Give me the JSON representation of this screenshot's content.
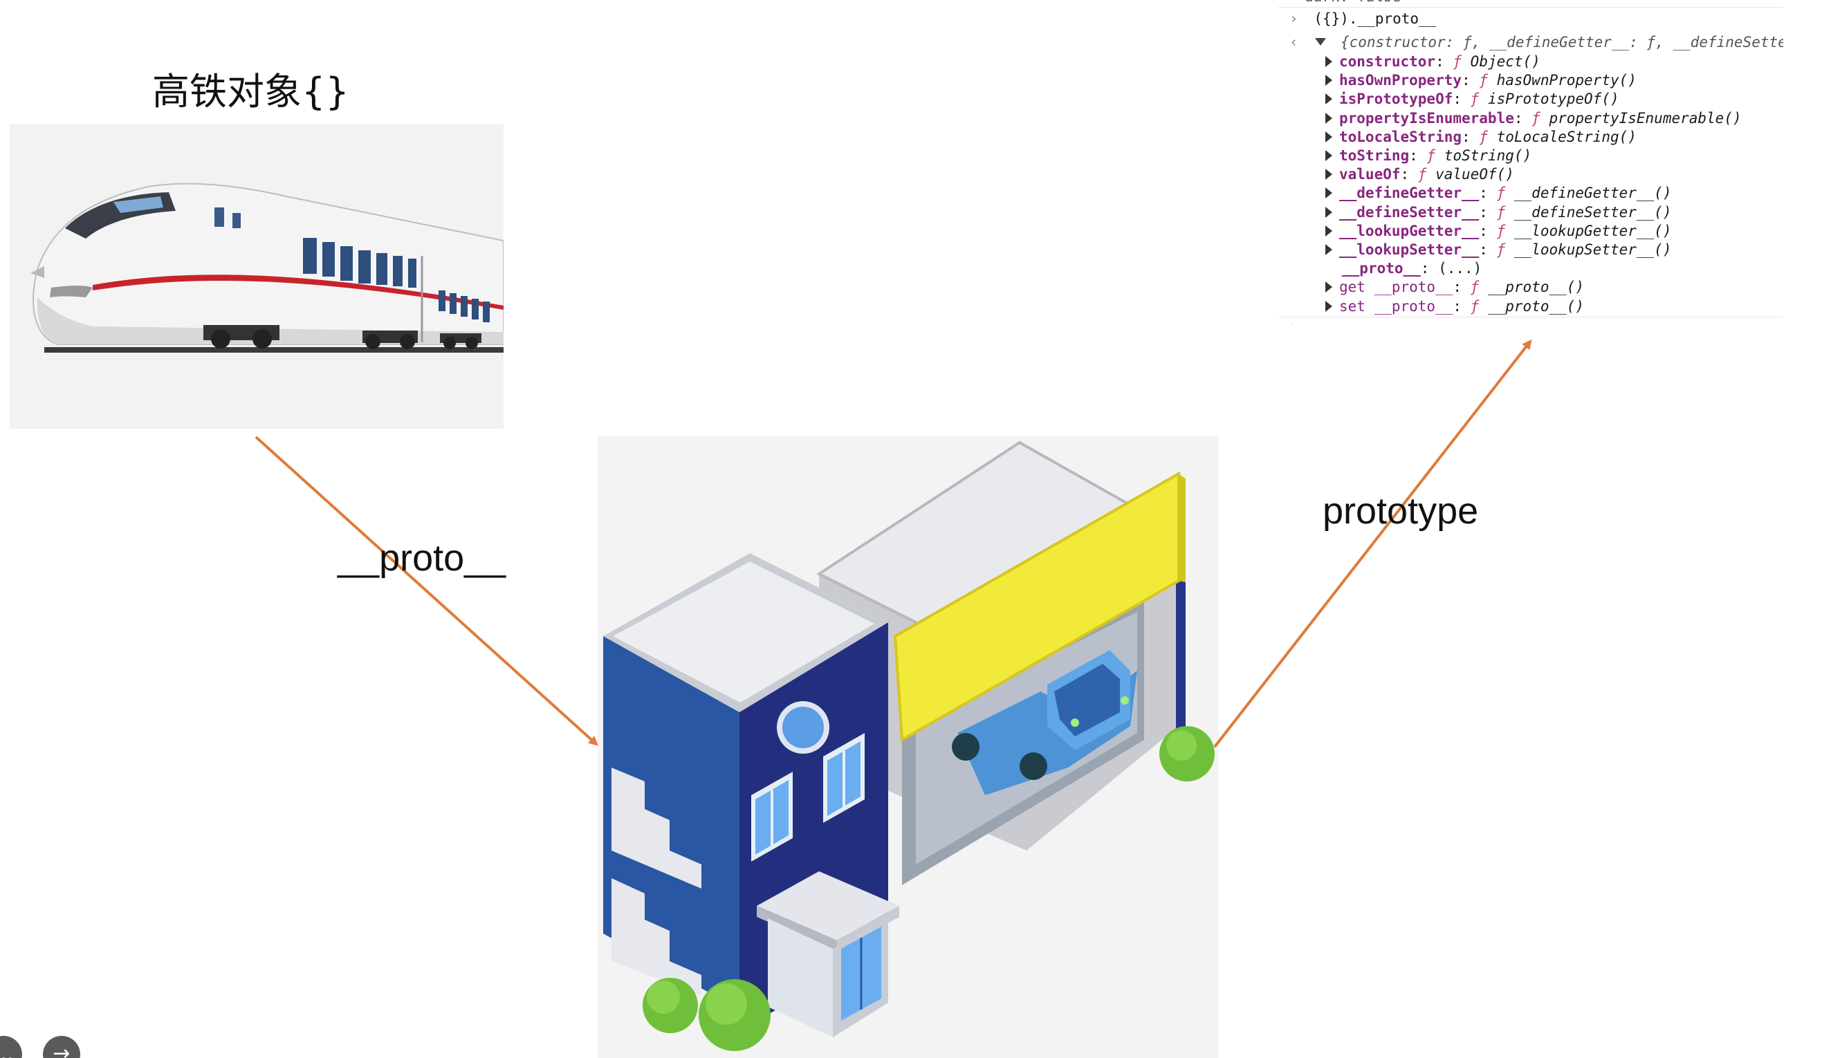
{
  "train_title": "高铁对象{}",
  "labels": {
    "proto": "__proto__",
    "prototype": "prototype"
  },
  "colors": {
    "arrow": "#e07b39",
    "building_blue": "#1f3a86",
    "sign_yellow": "#f2ea3a",
    "train_stripe": "#c8232c"
  },
  "console": {
    "top_cut": "dark: false",
    "input": "({}).__proto__",
    "summary": "{constructor: ƒ, __defineGetter__: ƒ, __defineSetter__",
    "props": [
      {
        "key": "constructor",
        "value": "Object()"
      },
      {
        "key": "hasOwnProperty",
        "value": "hasOwnProperty()"
      },
      {
        "key": "isPrototypeOf",
        "value": "isPrototypeOf()"
      },
      {
        "key": "propertyIsEnumerable",
        "value": "propertyIsEnumerable()"
      },
      {
        "key": "toLocaleString",
        "value": "toLocaleString()"
      },
      {
        "key": "toString",
        "value": "toString()"
      },
      {
        "key": "valueOf",
        "value": "valueOf()"
      },
      {
        "key": "__defineGetter__",
        "value": "__defineGetter__()"
      },
      {
        "key": "__defineSetter__",
        "value": "__defineSetter__()"
      },
      {
        "key": "__lookupGetter__",
        "value": "__lookupGetter__()"
      },
      {
        "key": "__lookupSetter__",
        "value": "__lookupSetter__()"
      }
    ],
    "proto_row": {
      "key": "__proto__",
      "value": "(...)"
    },
    "accessors": [
      {
        "key": "get __proto__",
        "value": "__proto__()"
      },
      {
        "key": "set __proto__",
        "value": "__proto__()"
      }
    ]
  },
  "icons": [
    "more-icon",
    "arrow-right-icon",
    "train-image",
    "building-image"
  ]
}
